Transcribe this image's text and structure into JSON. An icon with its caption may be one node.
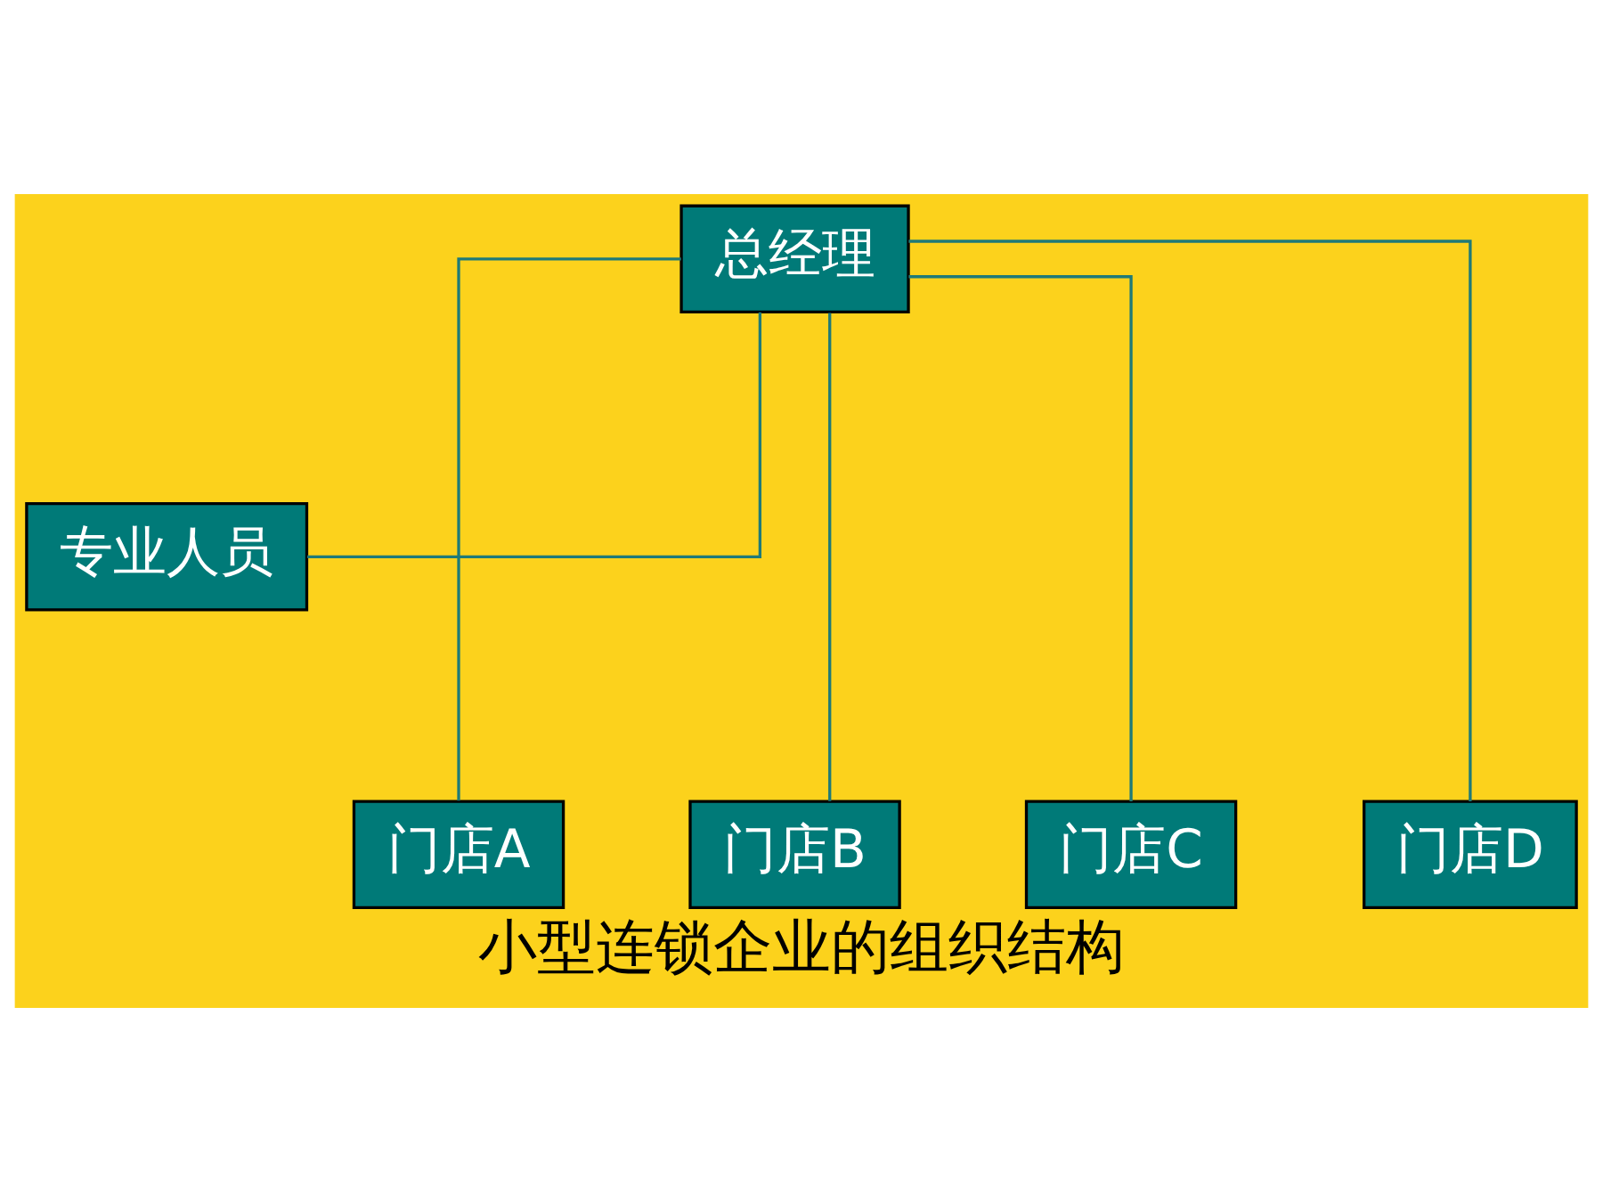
{
  "diagram": {
    "caption": "小型连锁企业的组织结构",
    "nodes": [
      {
        "text": [
          "总经理"
        ]
      },
      {
        "text": [
          "专业人员"
        ]
      },
      {
        "text": [
          "门店A"
        ]
      },
      {
        "text": [
          "门店B"
        ]
      },
      {
        "text": [
          "门店C"
        ]
      },
      {
        "text": [
          "门店D"
        ]
      }
    ],
    "edges": [
      {
        "from": 0,
        "to": 1,
        "arrow": "none"
      },
      {
        "from": 0,
        "to": 2,
        "arrow": "none"
      },
      {
        "from": 0,
        "to": 3,
        "arrow": "none"
      },
      {
        "from": 0,
        "to": 4,
        "arrow": "none"
      },
      {
        "from": 0,
        "to": 5,
        "arrow": "none"
      }
    ]
  }
}
